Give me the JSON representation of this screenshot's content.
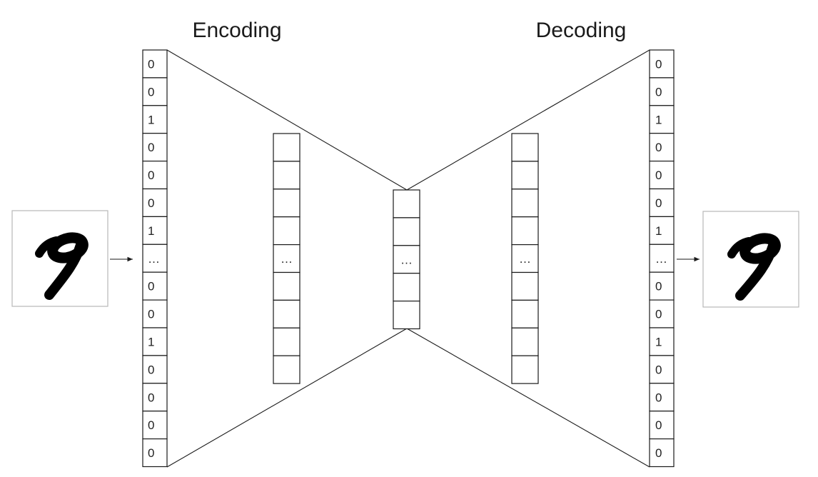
{
  "titles": {
    "encoding": "Encoding",
    "decoding": "Decoding"
  },
  "input_vector": {
    "cells": [
      "0",
      "0",
      "1",
      "0",
      "0",
      "0",
      "1",
      "…",
      "0",
      "0",
      "1",
      "0",
      "0",
      "0",
      "0"
    ]
  },
  "encoder_hidden": {
    "cells": [
      "",
      "",
      "",
      "",
      "…",
      "",
      "",
      "",
      ""
    ]
  },
  "bottleneck": {
    "cells": [
      "",
      "",
      "…",
      "",
      ""
    ]
  },
  "decoder_hidden": {
    "cells": [
      "",
      "",
      "",
      "",
      "…",
      "",
      "",
      "",
      ""
    ]
  },
  "output_vector": {
    "cells": [
      "0",
      "0",
      "1",
      "0",
      "0",
      "0",
      "1",
      "…",
      "0",
      "0",
      "1",
      "0",
      "0",
      "0",
      "0"
    ]
  },
  "images": {
    "input_digit": "handwritten-9",
    "output_digit": "handwritten-9"
  }
}
